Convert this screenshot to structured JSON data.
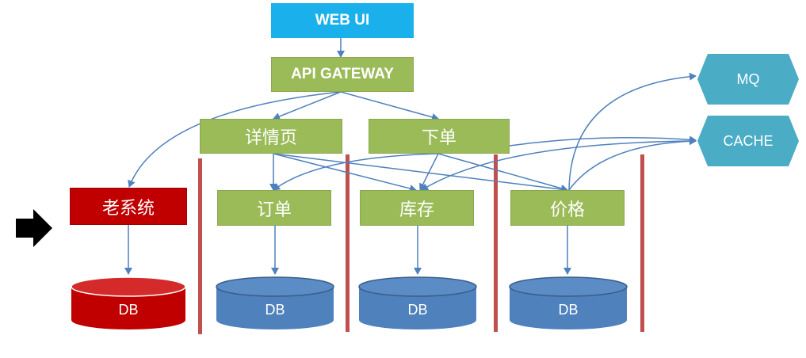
{
  "boxes": {
    "web_ui": "WEB UI",
    "api_gateway": "API GATEWAY",
    "detail_page": "详情页",
    "place_order": "下单",
    "legacy_system": "老系统",
    "order": "订单",
    "inventory": "库存",
    "price": "价格"
  },
  "services": {
    "mq": "MQ",
    "cache": "CACHE"
  },
  "databases": {
    "legacy_db": "DB",
    "order_db": "DB",
    "inventory_db": "DB",
    "price_db": "DB"
  },
  "colors": {
    "green": "#9bbb59",
    "cyan": "#1ab0ec",
    "red": "#c00000",
    "teal": "#4bacc6",
    "db_blue": "#4f81bd",
    "divider": "#c0504d",
    "arrow": "#4f81bd"
  },
  "icons": [
    "right-arrow-icon"
  ]
}
